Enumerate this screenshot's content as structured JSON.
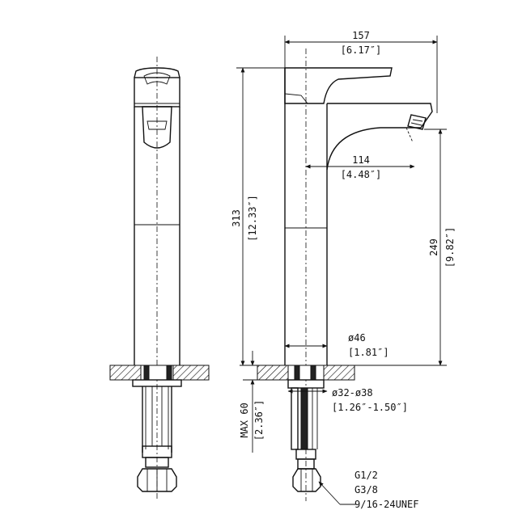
{
  "drawing": {
    "dim_width_total_mm": "157",
    "dim_width_total_in": "[6.17″]",
    "dim_height_total_mm": "313",
    "dim_height_total_in": "[12.33″]",
    "dim_spout_reach_mm": "114",
    "dim_spout_reach_in": "[4.48″]",
    "dim_spout_height_mm": "249",
    "dim_spout_height_in": "[9.82″]",
    "dim_base_dia_mm": "ø46",
    "dim_base_dia_in": "[1.81″]",
    "dim_hole_dia_mm": "ø32-ø38",
    "dim_hole_dia_in": "[1.26″-1.50″]",
    "dim_max_deck_mm": "MAX 60",
    "dim_max_deck_in": "[2.36″]",
    "thread_1": "G1/2",
    "thread_2": "G3/8",
    "thread_3": "9/16-24UNEF"
  }
}
